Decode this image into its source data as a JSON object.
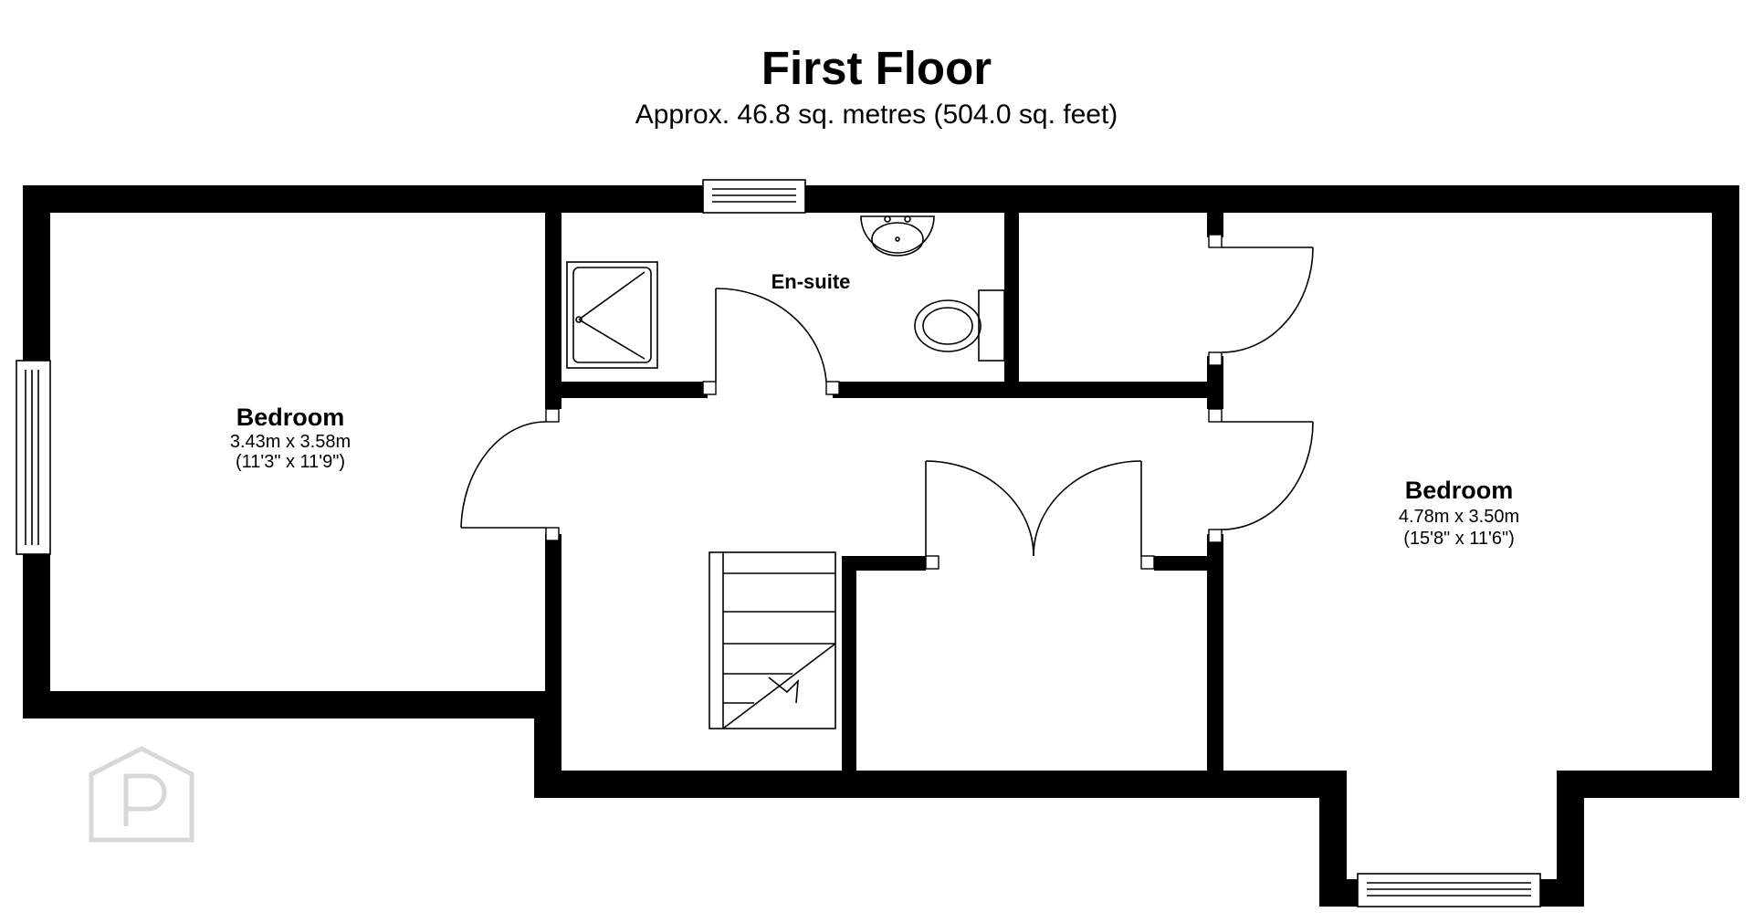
{
  "floor": {
    "title": "First Floor",
    "area": "Approx. 46.8 sq. metres (504.0 sq. feet)"
  },
  "rooms": [
    {
      "name": "Bedroom",
      "metric": "3.43m x 3.58m",
      "imperial": "(11'3\" x 11'9\")"
    },
    {
      "name": "En-suite"
    },
    {
      "name": "Bedroom",
      "metric": "4.78m x 3.50m",
      "imperial": "(15'8\" x 11'6\")"
    }
  ],
  "icons": {
    "watermark": "property-logo-icon",
    "shower": "shower-tray-icon",
    "basin": "wash-basin-icon",
    "toilet": "toilet-icon",
    "stairs": "staircase-icon"
  },
  "colors": {
    "walls": "#000000",
    "background": "#ffffff",
    "watermark": "#d8d8d8"
  }
}
